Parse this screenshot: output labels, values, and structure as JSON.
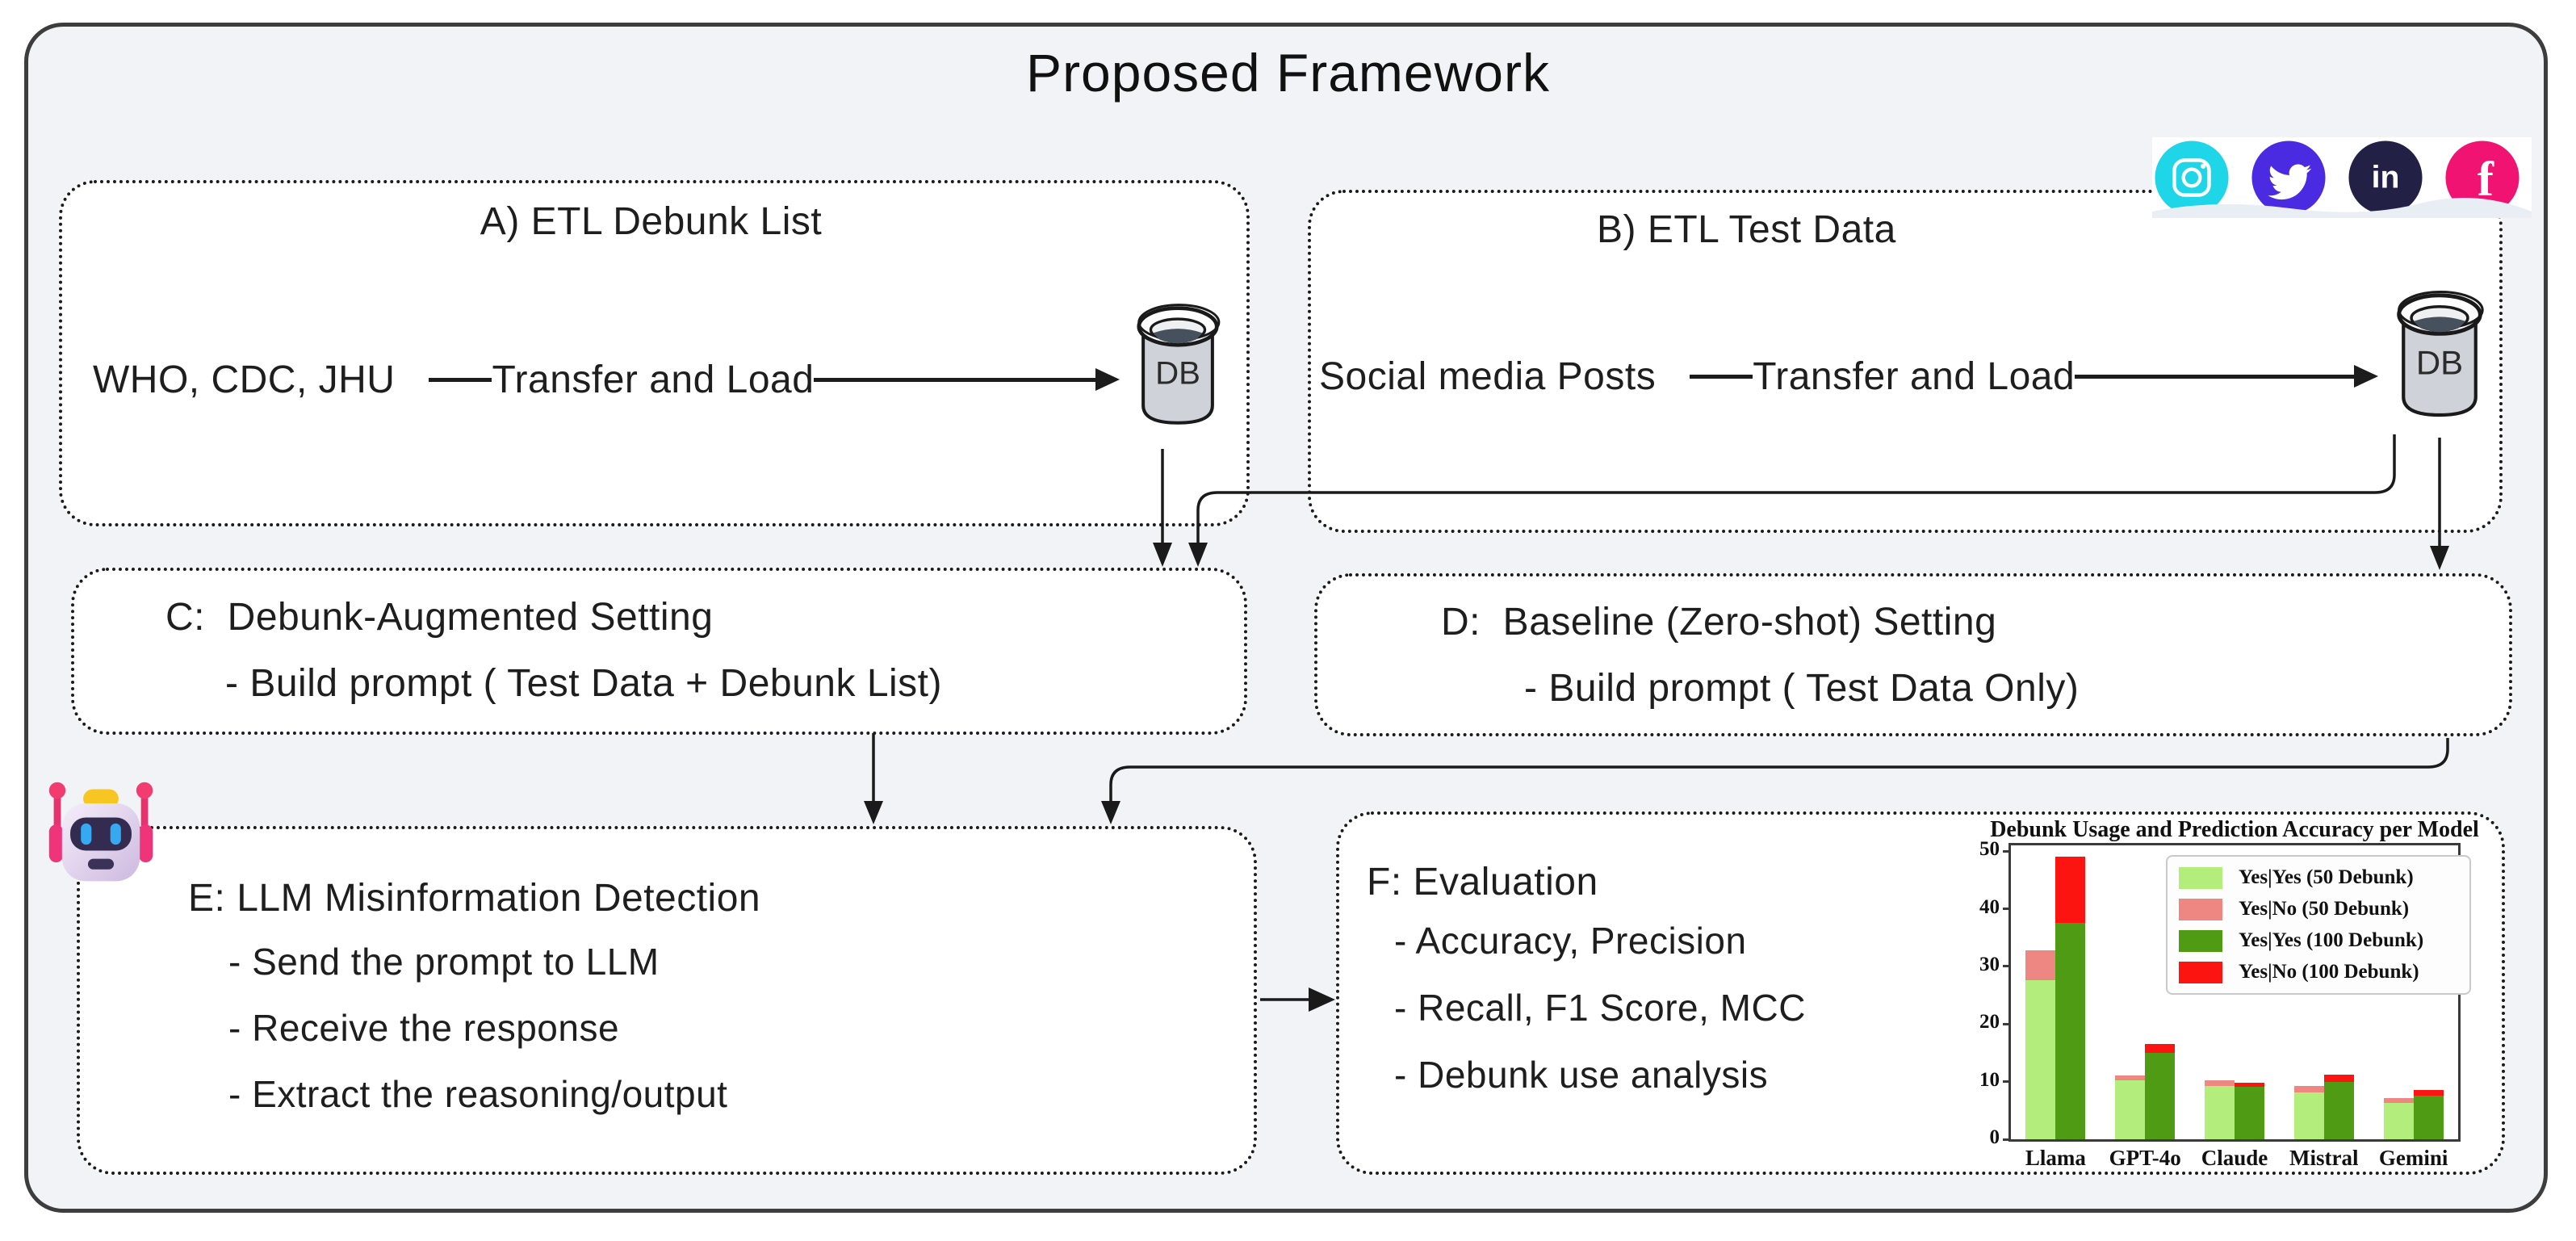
{
  "frame": {
    "title": "Proposed Framework"
  },
  "section_a": {
    "header": "A) ETL Debunk List",
    "source": "WHO, CDC, JHU",
    "transfer_label": "Transfer and Load",
    "db_label": "DB"
  },
  "section_b": {
    "header": "B) ETL Test Data",
    "source": "Social media Posts",
    "transfer_label": "Transfer and Load",
    "db_label": "DB"
  },
  "section_c": {
    "header": "C:  Debunk-Augmented Setting",
    "bullet": "- Build prompt ( Test Data + Debunk List)"
  },
  "section_d": {
    "header": "D:  Baseline (Zero-shot) Setting",
    "bullet": "- Build prompt ( Test Data Only)"
  },
  "section_e": {
    "header": "E: LLM Misinformation Detection",
    "bullets": [
      "- Send the prompt to LLM",
      "- Receive the response",
      "- Extract the reasoning/output"
    ]
  },
  "section_f": {
    "header": "F: Evaluation",
    "bullets": [
      "- Accuracy, Precision",
      "- Recall, F1 Score, MCC",
      "- Debunk use analysis"
    ]
  },
  "social": {
    "icons": [
      {
        "name": "instagram-icon",
        "color": "#1fd6e8"
      },
      {
        "name": "twitter-icon",
        "color": "#4a2be2"
      },
      {
        "name": "linkedin-icon",
        "color": "#232046",
        "glyph": "in"
      },
      {
        "name": "facebook-icon",
        "color": "#f01372",
        "glyph": "f"
      }
    ]
  },
  "chart_data": {
    "type": "bar",
    "title": "Debunk Usage and Prediction Accuracy per Model",
    "categories": [
      "Llama",
      "GPT-4o",
      "Claude",
      "Mistral",
      "Gemini"
    ],
    "series": [
      {
        "name": "Yes|Yes (50 Debunk)",
        "color": "#b3ed7b",
        "stack": "50 Debunk",
        "values": [
          27.6,
          10.3,
          9.3,
          8.1,
          6.3
        ]
      },
      {
        "name": "Yes|No (50 Debunk)",
        "color": "#ee8781",
        "stack": "50 Debunk",
        "values": [
          5.2,
          0.8,
          0.9,
          1.1,
          0.8
        ]
      },
      {
        "name": "Yes|Yes (100 Debunk)",
        "color": "#4f9b13",
        "stack": "100 Debunk",
        "values": [
          37.6,
          15.0,
          9.1,
          10.0,
          7.5
        ]
      },
      {
        "name": "Yes|No (100 Debunk)",
        "color": "#fb1410",
        "stack": "100 Debunk",
        "values": [
          11.4,
          1.5,
          0.7,
          1.2,
          1.0
        ]
      }
    ],
    "xlabel": "",
    "ylabel": "",
    "ylim": [
      0,
      51
    ],
    "yticks": [
      0,
      10,
      20,
      30,
      40,
      50
    ],
    "grid": false,
    "legend_position": "upper right"
  }
}
